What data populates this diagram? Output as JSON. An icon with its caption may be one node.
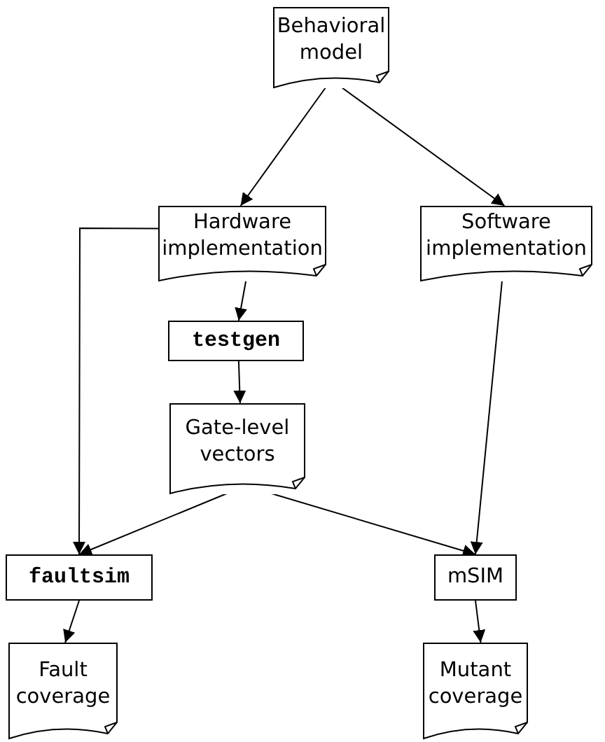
{
  "diagram": {
    "nodes": [
      {
        "text": [
          "Behavioral model"
        ]
      },
      {
        "text": [
          "Hardware implementation"
        ]
      },
      {
        "text": [
          "Software implementation"
        ]
      },
      {
        "text": [
          "testgen"
        ]
      },
      {
        "text": [
          "Gate-level vectors"
        ]
      },
      {
        "text": [
          "faultsim"
        ]
      },
      {
        "text": [
          "mSIM"
        ]
      },
      {
        "text": [
          "Fault coverage"
        ]
      },
      {
        "text": [
          "Mutant coverage"
        ]
      }
    ],
    "edges": [
      {
        "from": 0,
        "to": 1,
        "arrow": "to"
      },
      {
        "from": 0,
        "to": 2,
        "arrow": "to"
      },
      {
        "from": 1,
        "to": 3,
        "arrow": "to"
      },
      {
        "from": 1,
        "to": 5,
        "arrow": "to"
      },
      {
        "from": 3,
        "to": 4,
        "arrow": "to"
      },
      {
        "from": 2,
        "to": 6,
        "arrow": "to"
      },
      {
        "from": 4,
        "to": 5,
        "arrow": "to"
      },
      {
        "from": 4,
        "to": 6,
        "arrow": "to"
      },
      {
        "from": 5,
        "to": 7,
        "arrow": "to"
      },
      {
        "from": 6,
        "to": 8,
        "arrow": "to"
      }
    ]
  }
}
